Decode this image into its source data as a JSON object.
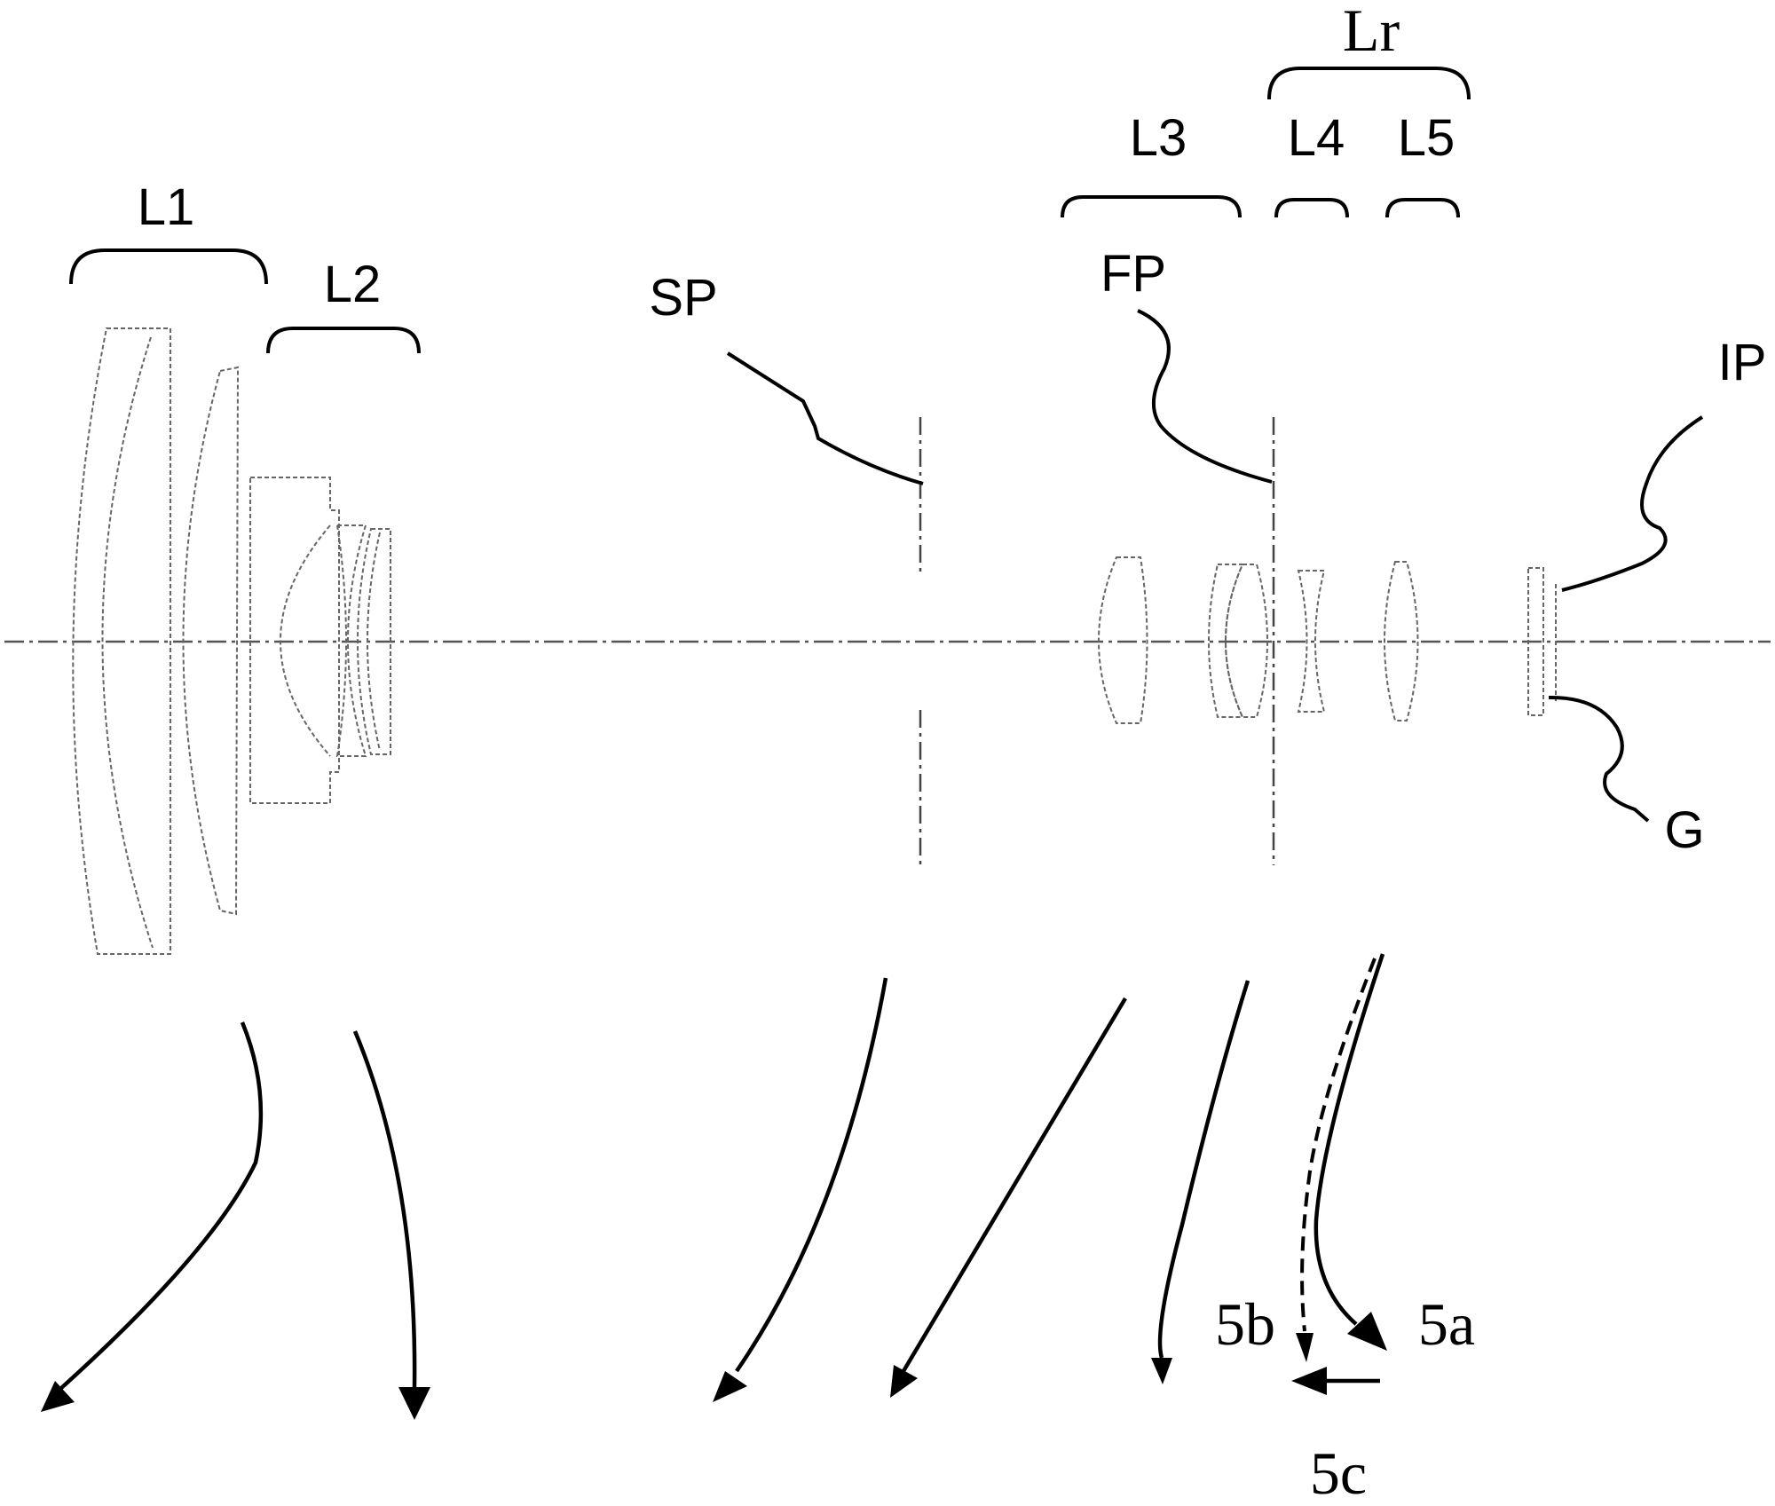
{
  "labels": {
    "L1": "L1",
    "L2": "L2",
    "L3": "L3",
    "L4": "L4",
    "L5": "L5",
    "Lr": "Lr",
    "SP": "SP",
    "FP": "FP",
    "IP": "IP",
    "G": "G",
    "5a": "5a",
    "5b": "5b",
    "5c": "5c"
  }
}
